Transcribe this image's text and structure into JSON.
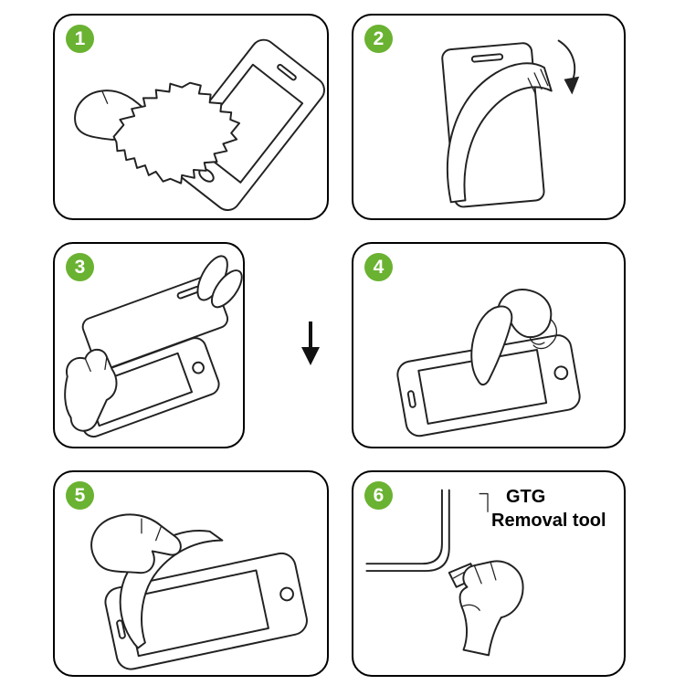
{
  "colors": {
    "badge_green": "#6ab231",
    "line": "#222222",
    "background": "#ffffff"
  },
  "steps": [
    {
      "number": "1",
      "illustration": "wipe-screen-with-cloth"
    },
    {
      "number": "2",
      "illustration": "peel-backing-film-off-glass"
    },
    {
      "number": "3",
      "illustration": "place-glass-onto-phone"
    },
    {
      "number": "4",
      "illustration": "press-screen-center-with-finger"
    },
    {
      "number": "5",
      "illustration": "smooth-film-over-phone"
    },
    {
      "number": "6",
      "illustration": "pry-corner-with-removal-tool"
    }
  ],
  "annotations": {
    "step3_arrow": "down-arrow",
    "step6_label": {
      "line1": "GTG",
      "line2": "Removal tool"
    }
  }
}
